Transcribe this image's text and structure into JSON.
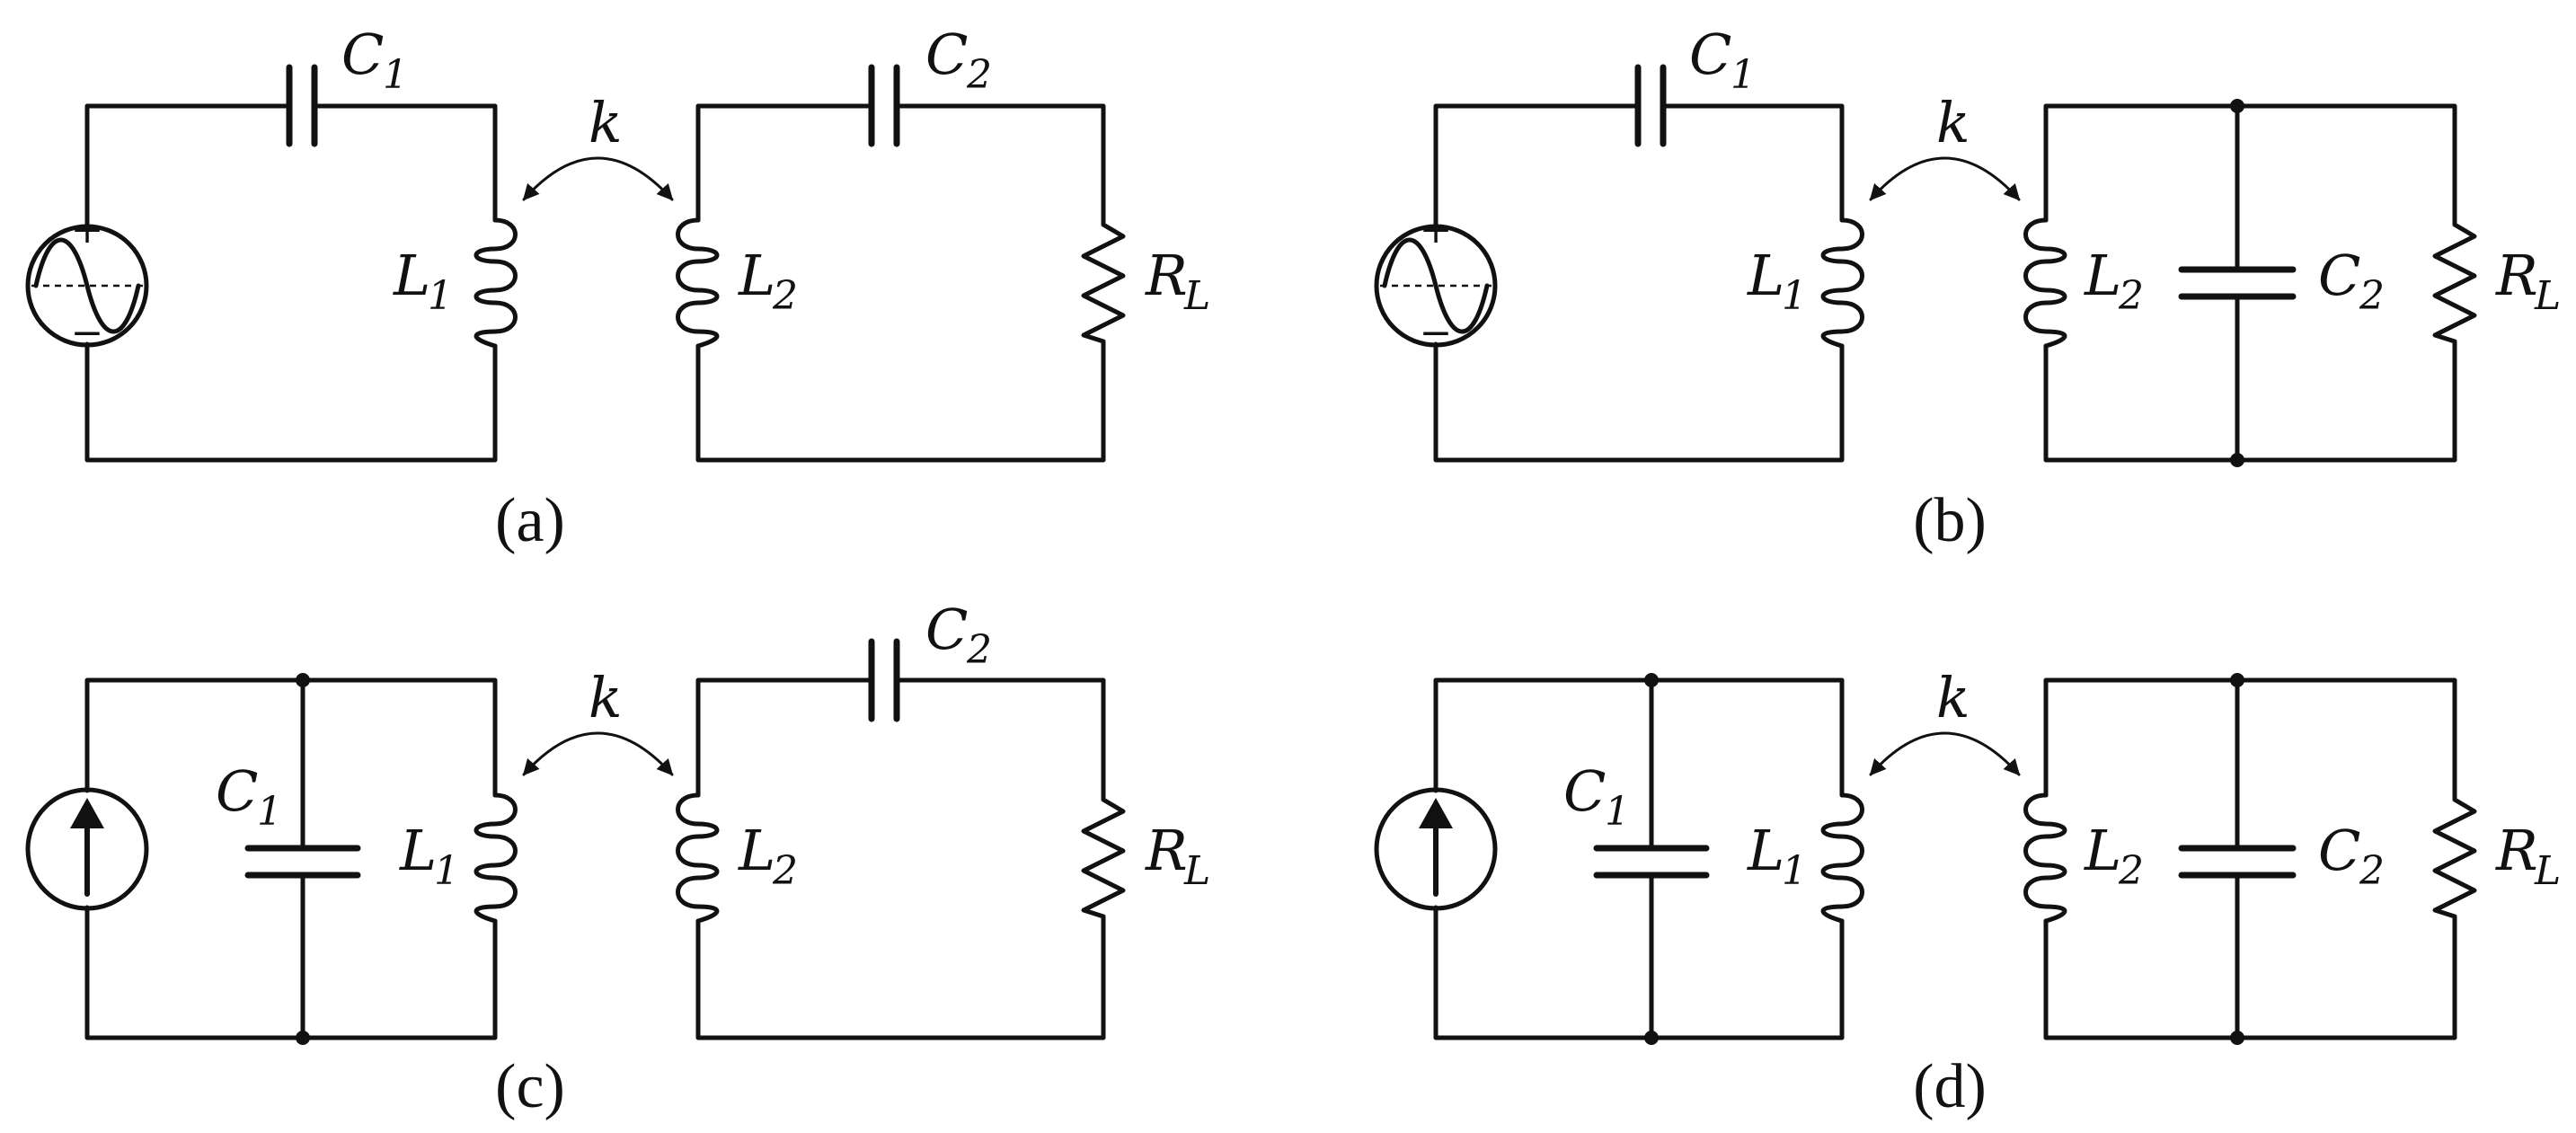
{
  "labels": {
    "c1_main": "C",
    "c1_sub": "1",
    "c2_main": "C",
    "c2_sub": "2",
    "l1_main": "L",
    "l1_sub": "1",
    "l2_main": "L",
    "l2_sub": "2",
    "rl_main": "R",
    "rl_sub": "L",
    "coupling": "k",
    "plus": "+",
    "minus": "−",
    "arrow_up": "↑"
  },
  "panels": [
    {
      "caption": "(a)"
    },
    {
      "caption": "(b)"
    },
    {
      "caption": "(c)"
    },
    {
      "caption": "(d)"
    }
  ]
}
